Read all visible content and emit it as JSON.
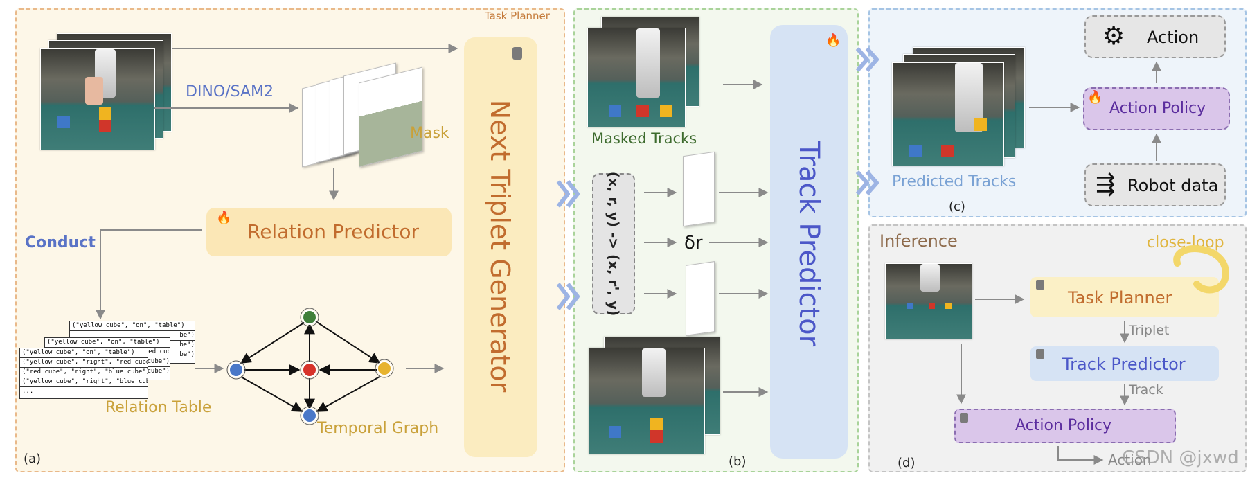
{
  "panel_a": {
    "header": "Task Planner",
    "corner_label": "(a)",
    "dino_sam": "DINO/SAM2",
    "mask": "Mask",
    "relation_predictor": "Relation Predictor",
    "conduct": "Conduct",
    "relation_table": "Relation Table",
    "temporal_graph": "Temporal Graph",
    "next_triplet_generator": "Next Triplet Generator",
    "table_rows": [
      "(\"yellow cube\", \"on\", \"table\")",
      "(\"yellow cube\", \"right\", \"red cube\")",
      "(\"red cube\", \"right\", \"blue cube\")",
      "(\"yellow cube\", \"right\", \"blue cube\")",
      "..."
    ],
    "back_rows_1": [
      "(\"yellow cube\", \"on\", \"table\")",
      "(\"yellow cube\", \"right\", \"red cube\")",
      "cube\")",
      "cube\")"
    ],
    "back_rows_2": [
      "(\"yellow cube\", \"on\", \"table\")",
      "be\")",
      "be\")",
      "be\")"
    ],
    "node_colors": {
      "top": "#3f7f3a",
      "left": "#4a78c8",
      "center": "#d7332a",
      "right": "#e7b32e",
      "bottom": "#4a78c8"
    }
  },
  "panel_b": {
    "corner_label": "(b)",
    "masked_tracks": "Masked Tracks",
    "formula": "(x, r, y) -> (x, r', y)",
    "delta_r": "δr",
    "track_predictor": "Track Predictor"
  },
  "panel_c": {
    "corner_label": "(c)",
    "predicted_tracks": "Predicted Tracks",
    "action": "Action",
    "action_policy": "Action Policy",
    "robot_data": "Robot data"
  },
  "panel_d": {
    "corner_label": "(d)",
    "inference": "Inference",
    "close_loop": "close-loop",
    "task_planner": "Task Planner",
    "triplet": "Triplet",
    "track_predictor": "Track Predictor",
    "track": "Track",
    "action_policy": "Action Policy",
    "action": "Action"
  },
  "watermark": "CSDN @jxwd"
}
